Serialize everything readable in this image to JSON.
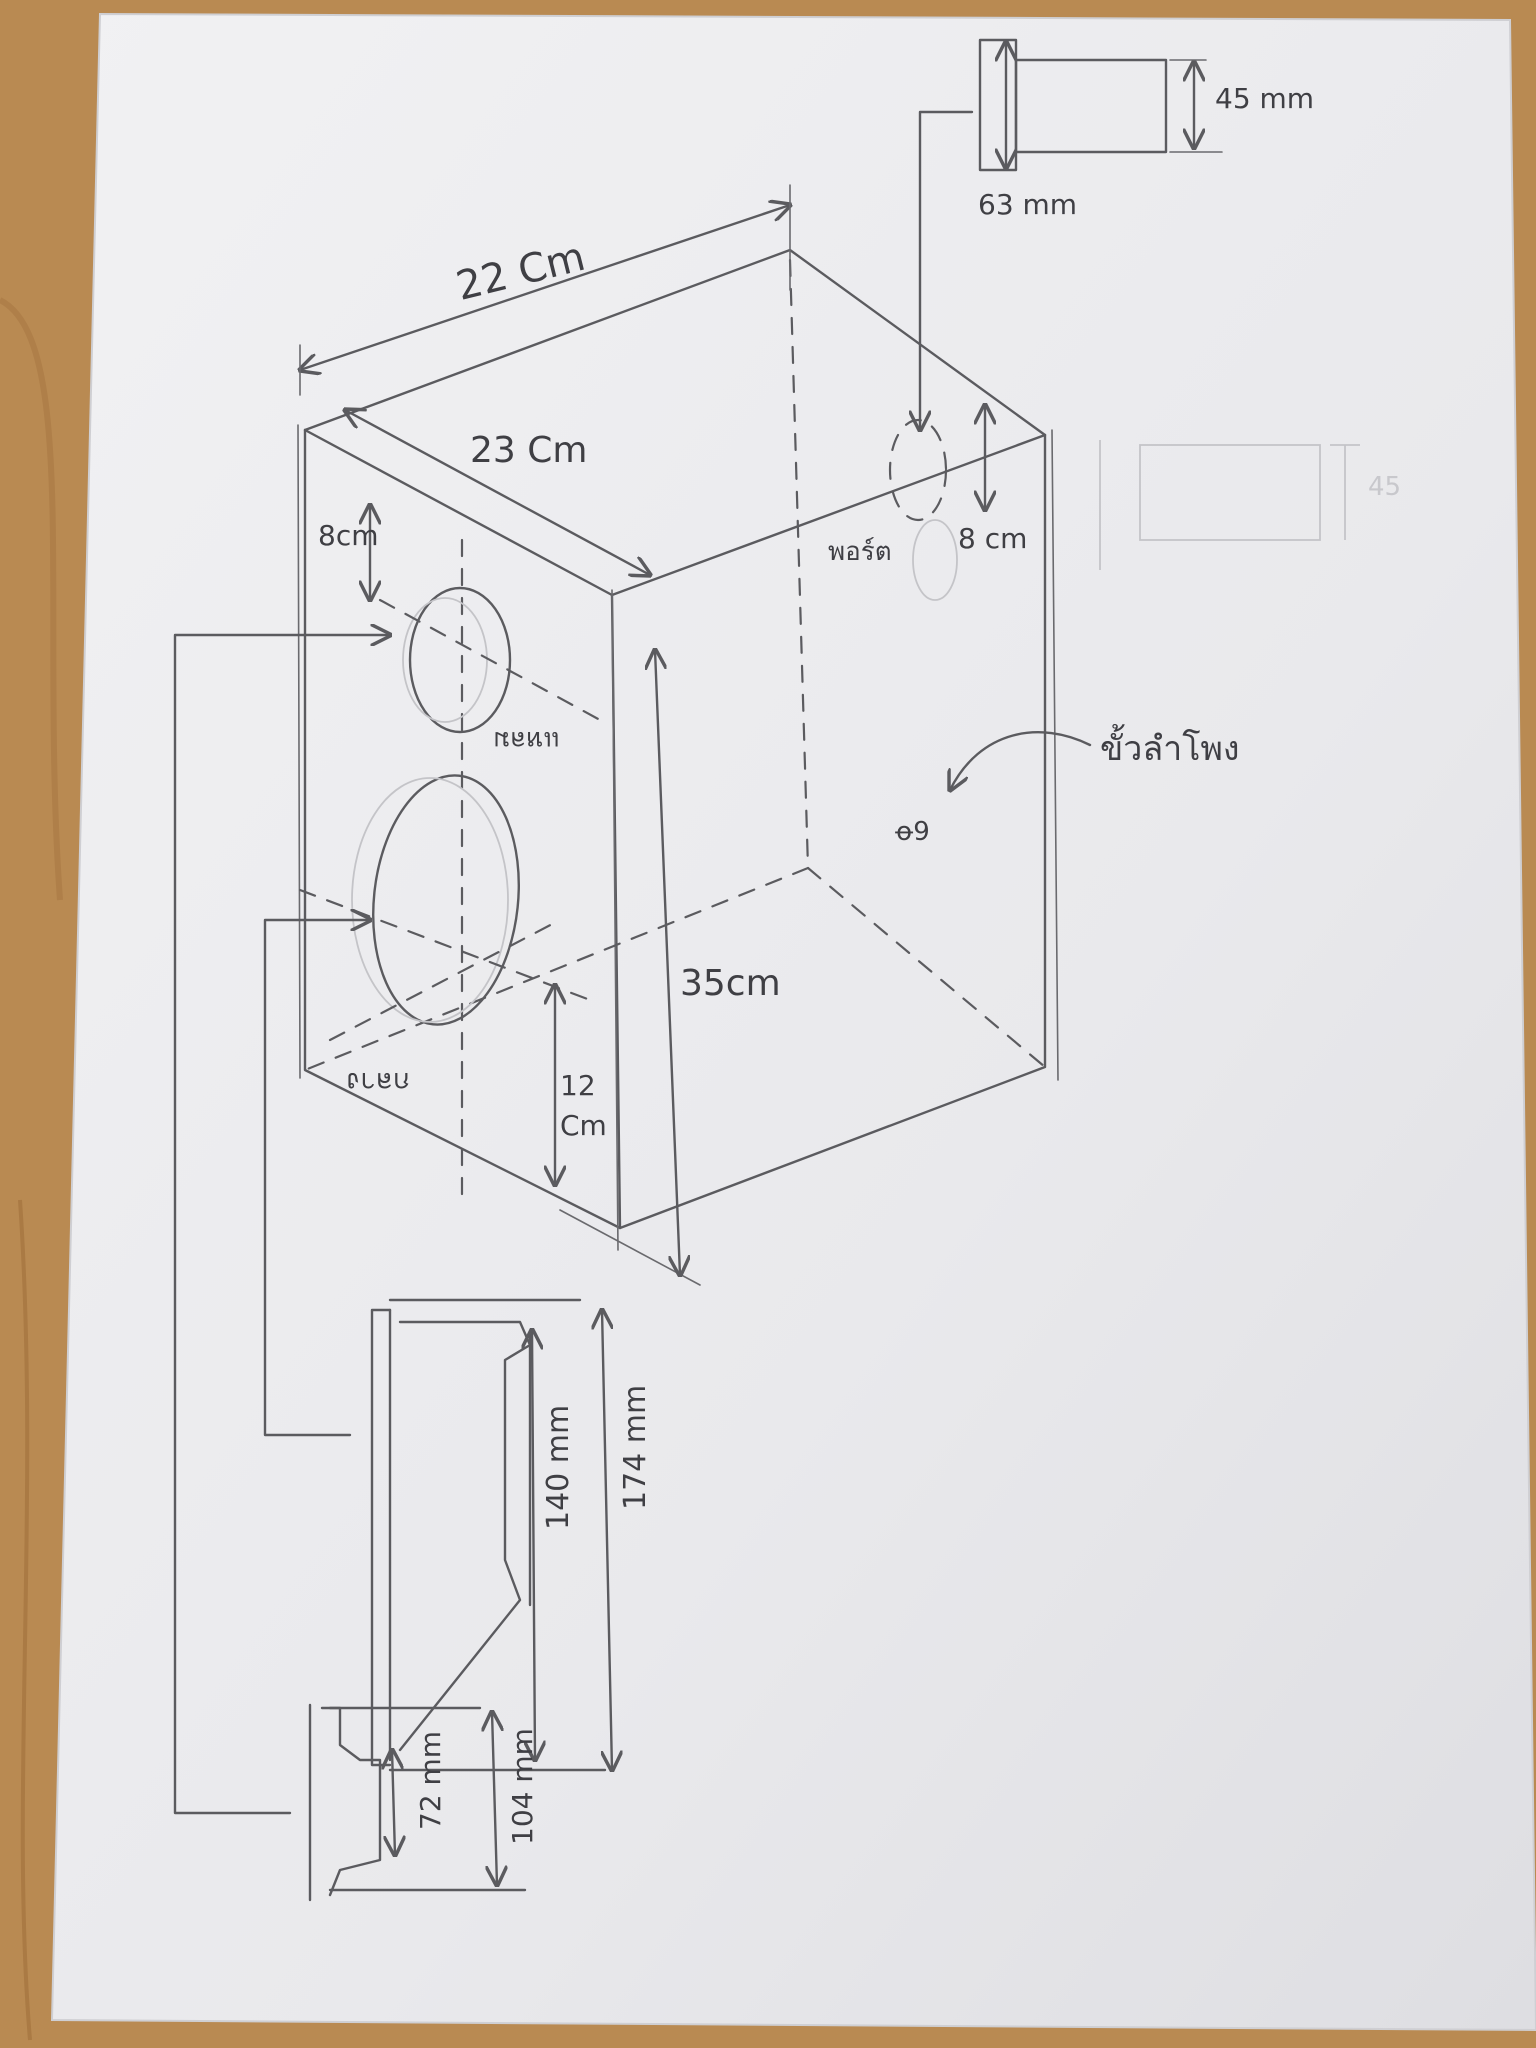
{
  "labels": {
    "width": "22 Cm",
    "depth": "23 Cm",
    "height": "35cm",
    "tweeter_offset": "8cm",
    "port_offset": "8 cm",
    "woofer_offset_num": "12",
    "woofer_offset_unit": "Cm",
    "port_outer": "63 mm",
    "port_inner": "45 mm",
    "woofer_outer": "174 mm",
    "woofer_inner": "140 mm",
    "tweeter_outer": "104 mm",
    "tweeter_inner": "72 mm",
    "tweeter_name": "แหลม",
    "woofer_name": "กลาง",
    "port_name": "พอร์ต",
    "terminal_name": "ขั้วลำโพง"
  },
  "colors": {
    "paper": "#eeeef0",
    "pencil": "#5b5b5f",
    "table": "#b98a52"
  }
}
